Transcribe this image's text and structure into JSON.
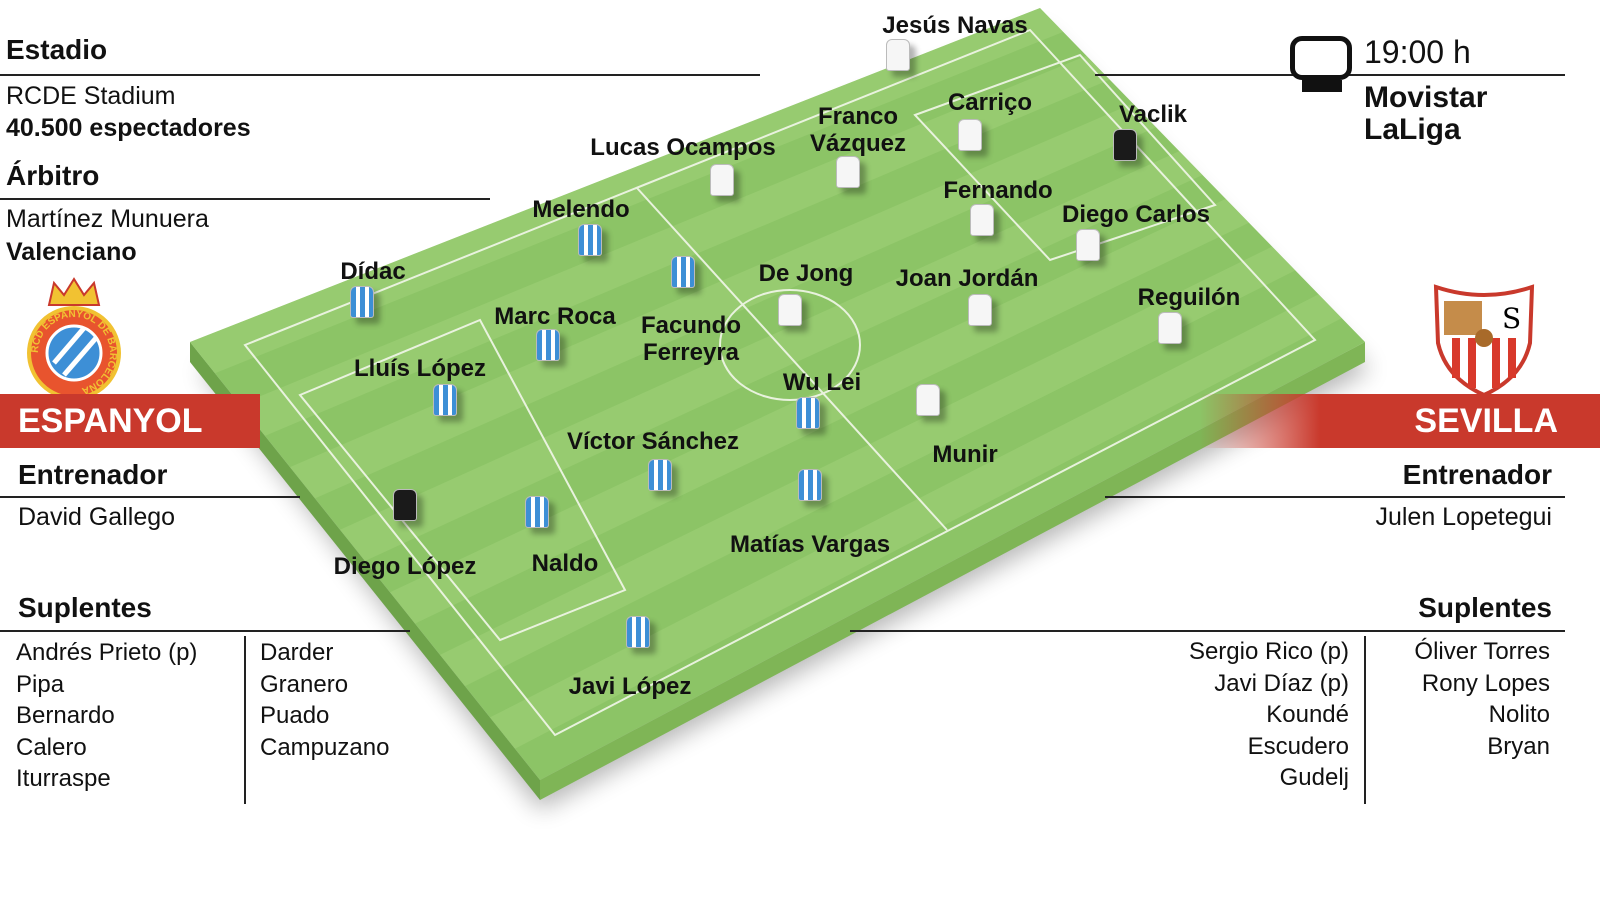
{
  "match": {
    "stadium_heading": "Estadio",
    "stadium_name": "RCDE Stadium",
    "capacity": "40.500 espectadores",
    "referee_heading": "Árbitro",
    "referee_name": "Martínez Munuera",
    "referee_region": "Valenciano",
    "time": "19:00 h",
    "tv_line1": "Movistar",
    "tv_line2": "LaLiga",
    "tv_icon": "tv-icon"
  },
  "home": {
    "name": "ESPANYOL",
    "crest_text": "RCD ESPANYOL DE BARCELONA",
    "coach_heading": "Entrenador",
    "coach": "David Gallego",
    "subs_heading": "Suplentes",
    "subs_col1": [
      "Andrés Prieto (p)",
      "Pipa",
      "Bernardo",
      "Calero",
      "Iturraspe"
    ],
    "subs_col2": [
      "Darder",
      "Granero",
      "Puado",
      "Campuzano"
    ],
    "players": [
      "Diego López",
      "Naldo",
      "Lluís López",
      "Dídac",
      "Javi López",
      "Víctor Sánchez",
      "Marc Roca",
      "Melendo",
      "Facundo Ferreyra",
      "Wu Lei",
      "Matías Vargas"
    ],
    "colors": {
      "kit": "#3d8fd6",
      "band": "#c9392c"
    }
  },
  "away": {
    "name": "SEVILLA",
    "coach_heading": "Entrenador",
    "coach": "Julen Lopetegui",
    "subs_heading": "Suplentes",
    "subs_col1": [
      "Sergio Rico (p)",
      "Javi Díaz (p)",
      "Koundé",
      "Escudero",
      "Gudelj"
    ],
    "subs_col2": [
      "Óliver Torres",
      "Rony Lopes",
      "Nolito",
      "Bryan"
    ],
    "players": [
      "Vaclik",
      "Diego Carlos",
      "Fernando",
      "Carriço",
      "Jesús Navas",
      "Franco Vázquez",
      "Lucas Ocampos",
      "De Jong",
      "Joan Jordán",
      "Reguilón",
      "Munir"
    ],
    "colors": {
      "kit": "#f4f4f4",
      "band": "#c9392c"
    }
  },
  "pitch_color": "#8cc466"
}
